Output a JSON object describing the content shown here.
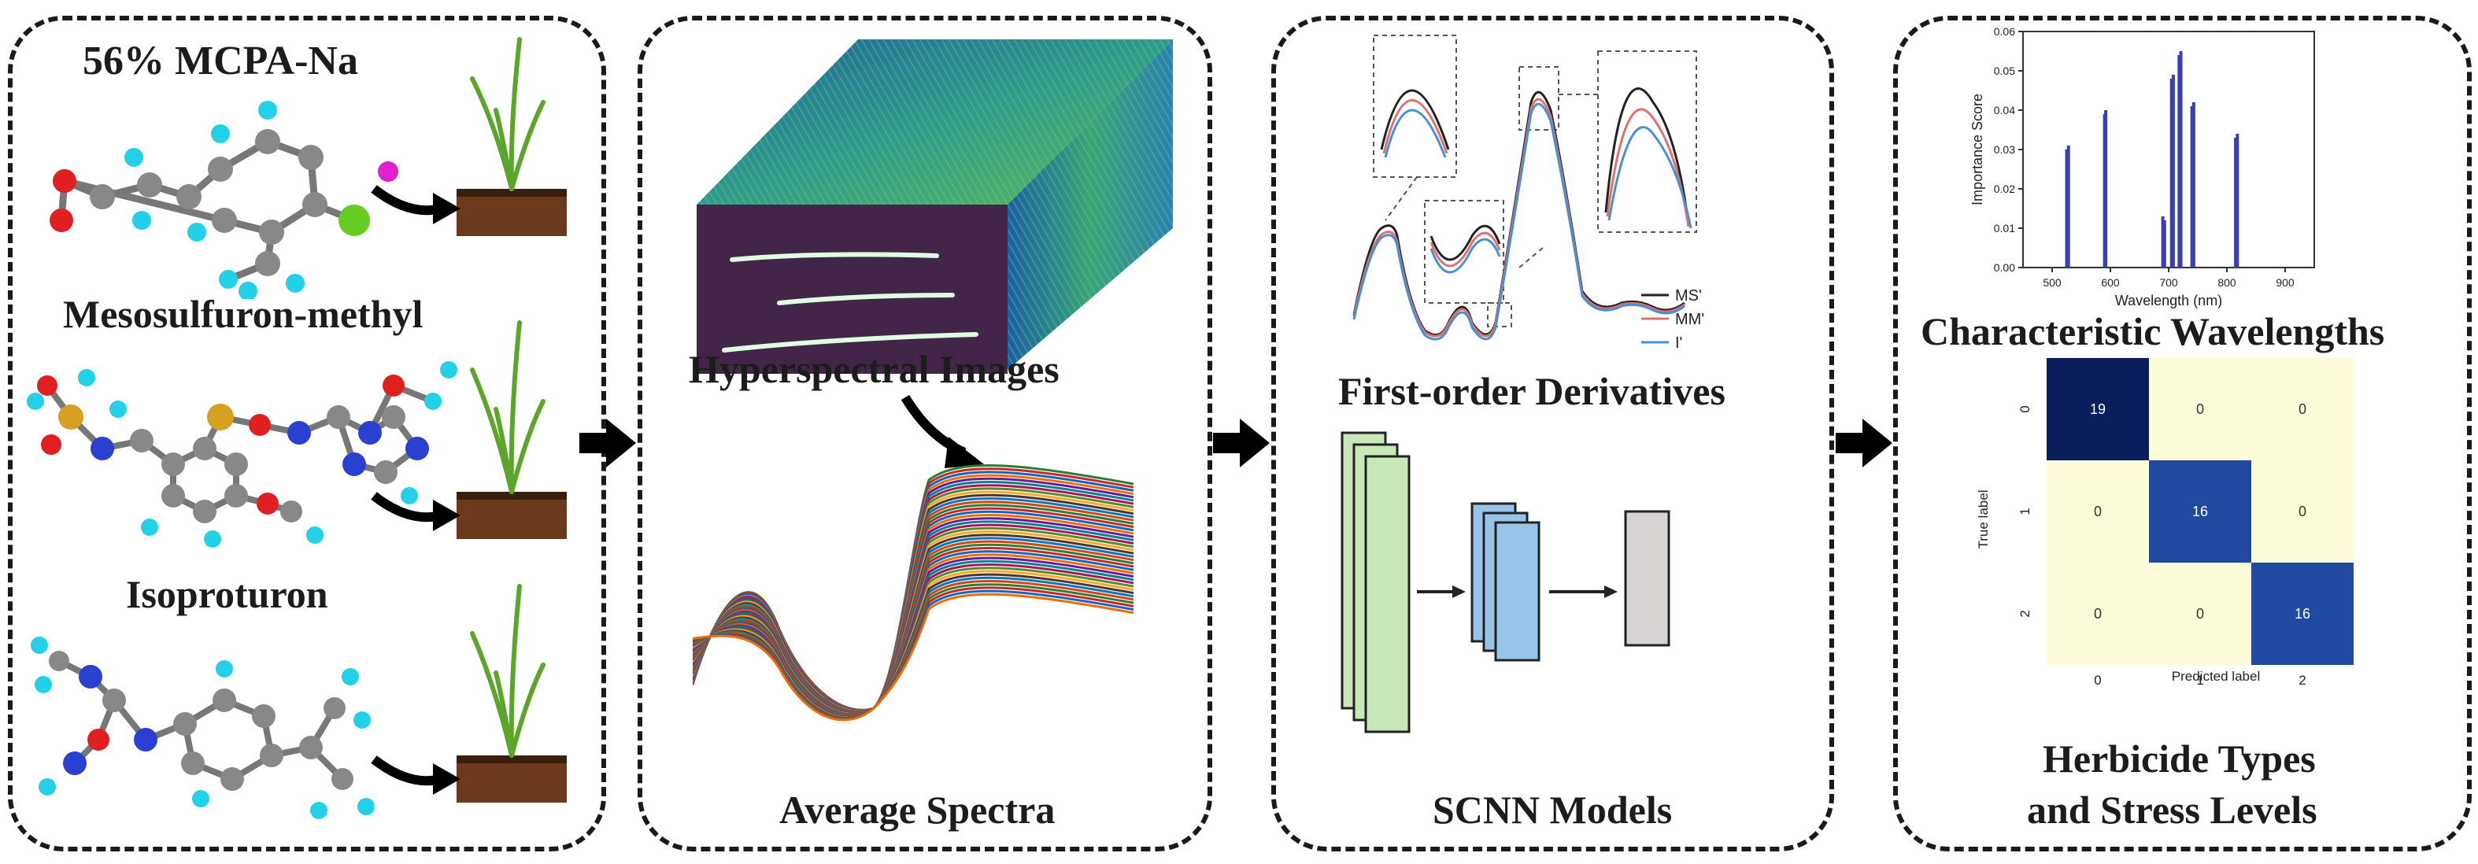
{
  "panel1": {
    "label_mcpa": "56% MCPA-Na",
    "label_meso": "Mesosulfuron-methyl",
    "label_iso": "Isoproturon"
  },
  "panel2": {
    "label_hsi": "Hyperspectral Images",
    "label_avg": "Average Spectra"
  },
  "panel3": {
    "label_deriv": "First-order Derivatives",
    "label_scnn": "SCNN Models",
    "legend": [
      "MS'",
      "MM'",
      "I'"
    ]
  },
  "panel4": {
    "label_char": "Characteristic Wavelengths",
    "label_herb_1": "Herbicide Types",
    "label_herb_2": "and Stress Levels",
    "bar_chart": {
      "xlabel": "Wavelength (nm)",
      "ylabel": "Importance Score",
      "xticks": [
        "500",
        "600",
        "700",
        "800",
        "900"
      ],
      "yticks": [
        "0.00",
        "0.01",
        "0.02",
        "0.03",
        "0.04",
        "0.05",
        "0.06"
      ]
    },
    "confusion": {
      "xlabel": "Predicted label",
      "ylabel": "True label",
      "ticks": [
        "0",
        "1",
        "2"
      ],
      "cells": [
        [
          "19",
          "0",
          "0"
        ],
        [
          "0",
          "16",
          "0"
        ],
        [
          "0",
          "0",
          "16"
        ]
      ]
    }
  },
  "colors": {
    "dark_blue": "#0a1e5c",
    "mid_blue": "#1f4aa0",
    "pale_yellow": "#fdfcd8",
    "bar_blue": "#3b3fb0"
  },
  "chart_data": {
    "type": "bar",
    "x": [
      525,
      528,
      590,
      592,
      690,
      693,
      705,
      708,
      718,
      721,
      740,
      743,
      815,
      818
    ],
    "values": [
      0.03,
      0.031,
      0.039,
      0.04,
      0.013,
      0.012,
      0.048,
      0.049,
      0.054,
      0.055,
      0.041,
      0.042,
      0.033,
      0.034
    ],
    "xlabel": "Wavelength (nm)",
    "ylabel": "Importance Score",
    "xlim": [
      450,
      950
    ],
    "ylim": [
      0,
      0.06
    ]
  }
}
